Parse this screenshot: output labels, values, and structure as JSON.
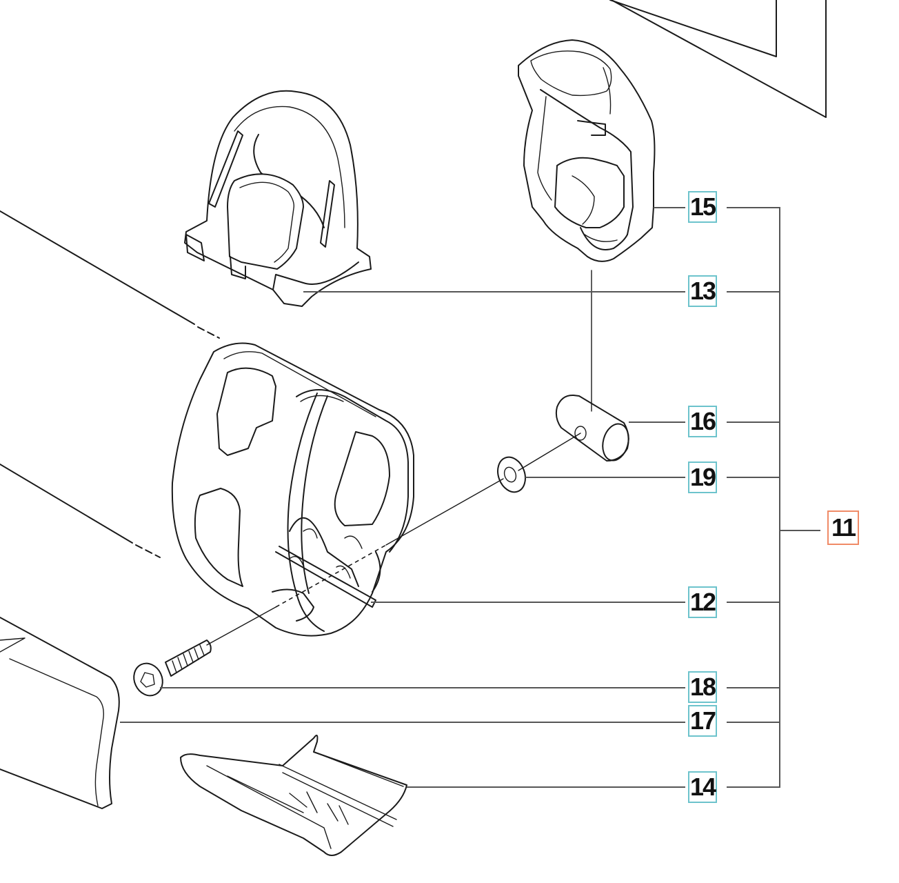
{
  "diagram": {
    "type": "exploded parts diagram",
    "colors": {
      "part_callout_border": "#6cc3cc",
      "assembly_callout_border": "#f08a66",
      "line": "#1a1a1a",
      "leader": "#555555"
    },
    "assembly": {
      "number": "11"
    },
    "callouts": [
      {
        "number": "15",
        "part": "upper-handle-grip"
      },
      {
        "number": "13",
        "part": "loop-handle-bracket"
      },
      {
        "number": "16",
        "part": "cylindrical-nut"
      },
      {
        "number": "19",
        "part": "washer"
      },
      {
        "number": "12",
        "part": "handle-clamp-band"
      },
      {
        "number": "18",
        "part": "screw"
      },
      {
        "number": "17",
        "part": "shaft-tube"
      },
      {
        "number": "14",
        "part": "lower-clamp"
      }
    ]
  }
}
